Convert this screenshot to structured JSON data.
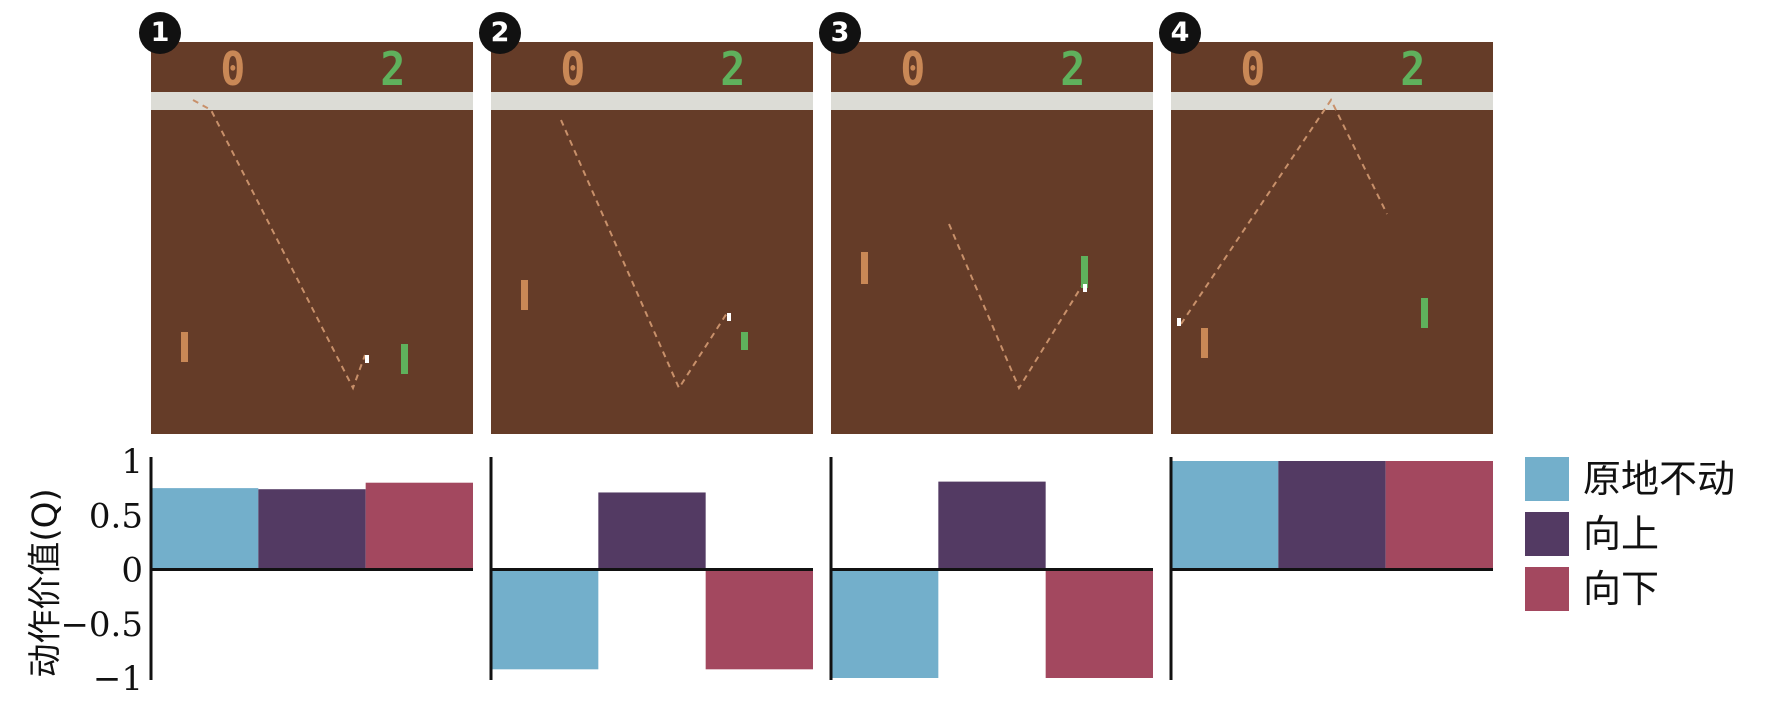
{
  "chart_data": {
    "type": "bar",
    "categories": [
      "原地不动",
      "向上",
      "向下"
    ],
    "colors": [
      "#73afcb",
      "#533a63",
      "#a3485f"
    ],
    "ylabel": "动作价值(Q)",
    "ylim": [
      -1,
      1
    ],
    "yticks": [
      1,
      0.5,
      0,
      -0.5,
      -1
    ],
    "ytick_labels": [
      "1",
      "0.5",
      "0",
      "−0.5",
      "−1"
    ],
    "panels": [
      {
        "badge": "1",
        "values": [
          0.75,
          0.74,
          0.8
        ]
      },
      {
        "badge": "2",
        "values": [
          -0.92,
          0.71,
          -0.92
        ]
      },
      {
        "badge": "3",
        "values": [
          -1.0,
          0.81,
          -1.0
        ]
      },
      {
        "badge": "4",
        "values": [
          1.0,
          1.0,
          1.0
        ]
      }
    ]
  },
  "game": {
    "score_left": "0",
    "score_right": "2",
    "colors": {
      "background": "#653c28",
      "strip": "#dcdcd6",
      "player_paddle": "#5fb15c",
      "opponent_paddle": "#c98856",
      "trail": "#c8906a"
    }
  },
  "legend": [
    {
      "label": "原地不动",
      "color": "#73afcb"
    },
    {
      "label": "向上",
      "color": "#533a63"
    },
    {
      "label": "向下",
      "color": "#a3485f"
    }
  ]
}
